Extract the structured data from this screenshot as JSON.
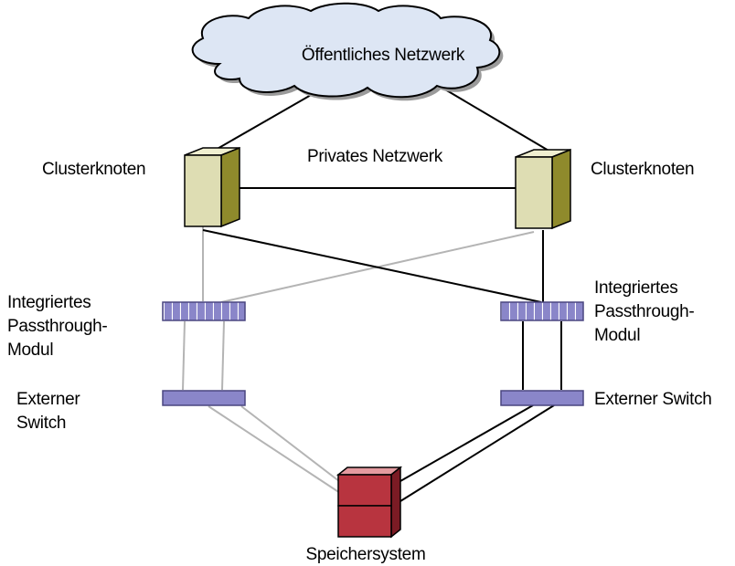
{
  "network": {
    "public": "Öffentliches Netzwerk",
    "private": "Privates Netzwerk"
  },
  "nodes": {
    "left_label": "Clusterknoten",
    "right_label": "Clusterknoten"
  },
  "passthrough": {
    "left_lines": [
      "Integriertes",
      "Passthrough-",
      "Modul"
    ],
    "right_lines": [
      "Integriertes",
      "Passthrough-",
      "Modul"
    ]
  },
  "switch": {
    "left_lines": [
      "Externer",
      "Switch"
    ],
    "right_label": "Externer Switch"
  },
  "storage": {
    "label": "Speichersystem"
  },
  "colors": {
    "cloud_fill": "#dde6f4",
    "node_front": "#deddb3",
    "node_side": "#8f8a2c",
    "module_fill": "#8a86c9",
    "storage_front": "#b8343f",
    "storage_side": "#7b1b24",
    "storage_top": "#e49a9f",
    "line_dark": "#000000",
    "line_light": "#b4b4b4"
  }
}
